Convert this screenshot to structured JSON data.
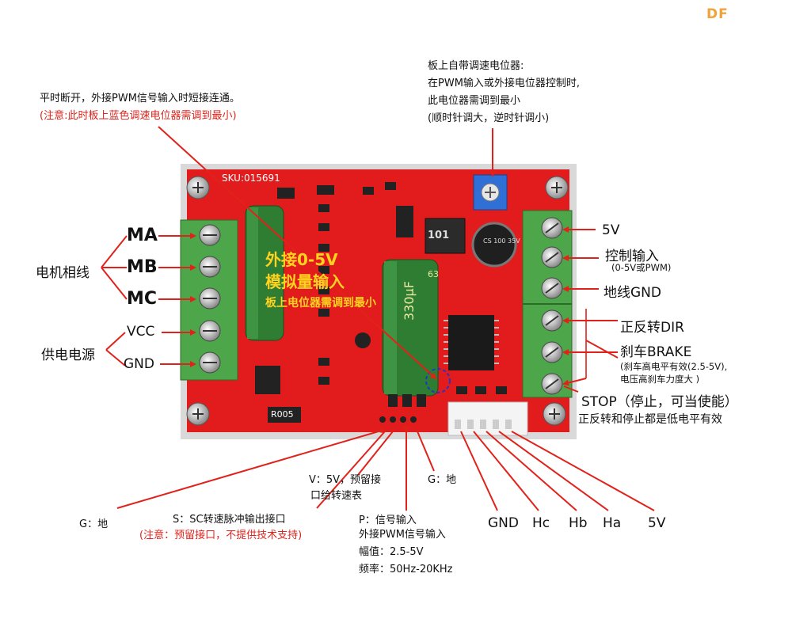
{
  "logo": "DF",
  "pcb": {
    "sku": "SKU:015691",
    "resistor": "R005",
    "cap_small": "101",
    "elec_cap_label": "CS 100 35V",
    "cap_big": "330µF",
    "cap_voltage": "63"
  },
  "top_note": {
    "line1": "平时断开，外接PWM信号输入时短接连通。",
    "line2": "(注意:此时板上蓝色调速电位器需调到最小)"
  },
  "pot_note": {
    "line1": "板上自带调速电位器:",
    "line2": "在PWM输入或外接电位器控制时,",
    "line3": "此电位器需调到最小",
    "line4": "(顺时针调大，逆时针调小)"
  },
  "left_terms": {
    "ma": "MA",
    "mb": "MB",
    "mc": "MC",
    "vcc": "VCC",
    "gnd": "GND",
    "motor_phase": "电机相线",
    "power_supply": "供电电源"
  },
  "overlay": {
    "line1": "外接0-5V",
    "line2": "模拟量输入",
    "line3": "板上电位器需调到最小"
  },
  "right_terms": {
    "v5": "5V",
    "ctrl": "控制输入",
    "ctrl_sub": "(0-5V或PWM)",
    "gnd": "地线GND",
    "dir": "正反转DIR",
    "brake": "刹车BRAKE",
    "brake_sub1": "(刹车高电平有效(2.5-5V),",
    "brake_sub2": "电压高刹车力度大 )",
    "stop": "STOP（停止，可当使能）",
    "low_active": "正反转和停止都是低电平有效"
  },
  "bottom": {
    "g_left": "G：地",
    "s_line1": "S：SC转速脉冲输出接口",
    "s_line2": "(注意：预留接口，不提供技术支持)",
    "v_line1": "V：5V，预留接",
    "v_line2": "口给转速表",
    "g_right": "G：地",
    "p_line1": "P：信号输入",
    "p_line2": "外接PWM信号输入",
    "p_line3": "幅值：2.5-5V",
    "p_line4": "频率：50Hz-20KHz",
    "gnd": "GND",
    "hc": "Hc",
    "hb": "Hb",
    "ha": "Ha",
    "v5": "5V"
  },
  "colors": {
    "pcb": "#e21c1c",
    "terminal": "#4ea64a",
    "capacitor": "#2e7d32",
    "annotation_red": "#e0221b",
    "potentiometer": "#2f6fd6"
  }
}
